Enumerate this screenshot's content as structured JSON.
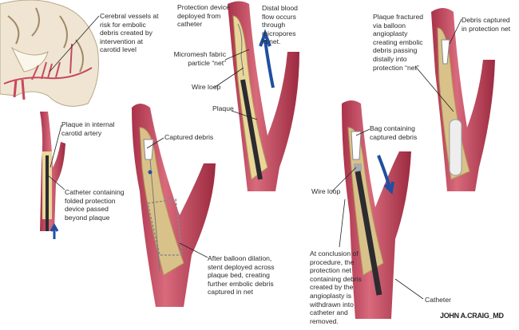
{
  "labels": {
    "cerebral": "Cerebral vessels at\nrisk for embolic\ndebris created by\nintervention at\ncarotid level",
    "protection_device": "Protection device\ndeployed from\ncatheter",
    "micromesh": "Micromesh fabric\nparticle “net”",
    "wire_loop_1": "Wire loop",
    "plaque": "Plaque",
    "distal_flow": "Distal blood\nflow occurs\nthrough\nmicropores\nin net.",
    "plaque_fractured": "Plaque fractured\nvia balloon\nangioplasty\ncreating embolic\ndebris passing\ndistally into\nprotection “net”",
    "debris_captured": "Debris captured\nin protection net",
    "plaque_internal": "Plaque in internal\ncarotid artery",
    "captured_debris": "Captured debris",
    "catheter_folded": "Catheter containing\nfolded protection\ndevice passed\nbeyond plaque",
    "bag": "Bag containing\ncaptured debris",
    "wire_loop_2": "Wire loop",
    "after_balloon": "After balloon dilation,\nstent deployed across\nplaque bed, creating\nfurther embolic debris\ncaptured in net",
    "conclusion": "At conclusion of\nprocedure, the\nprotection net\ncontaining debris\ncreated by the\nangioplasty is\nwithdrawn into\ncatheter and\nremoved.",
    "catheter": "Catheter"
  },
  "signature": "JOHN A.CRAIG_MD",
  "colors": {
    "vessel": "#c8485e",
    "vessel_dark": "#9c2a40",
    "plaque": "#e9d79a",
    "lumen": "#d9c28a",
    "brain": "#efe5d2",
    "arrow": "#1f4fa0",
    "catheter": "#2b2b30"
  }
}
